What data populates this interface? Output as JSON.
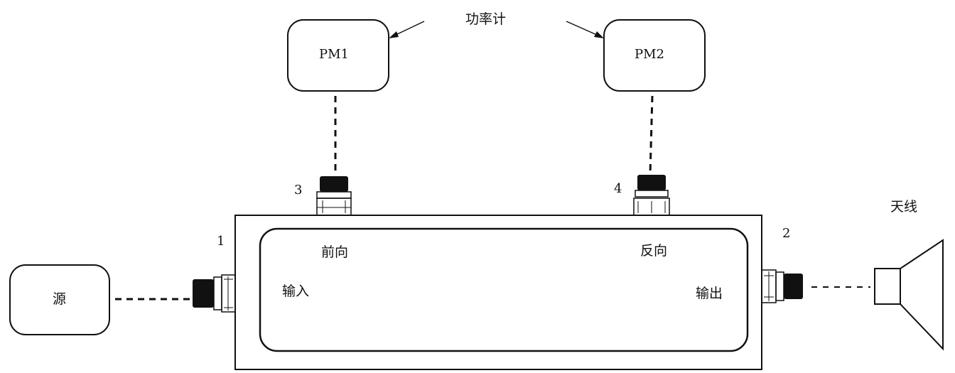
{
  "labels": {
    "power_meter": "功率计",
    "pm1": "PM1",
    "pm2": "PM2",
    "source": "源",
    "antenna": "天线",
    "forward": "前向",
    "reverse": "反向",
    "input": "输入",
    "output": "输出",
    "port1": "1",
    "port2": "2",
    "port3": "3",
    "port4": "4"
  },
  "colors": {
    "line": "#111111",
    "background": "#ffffff"
  }
}
